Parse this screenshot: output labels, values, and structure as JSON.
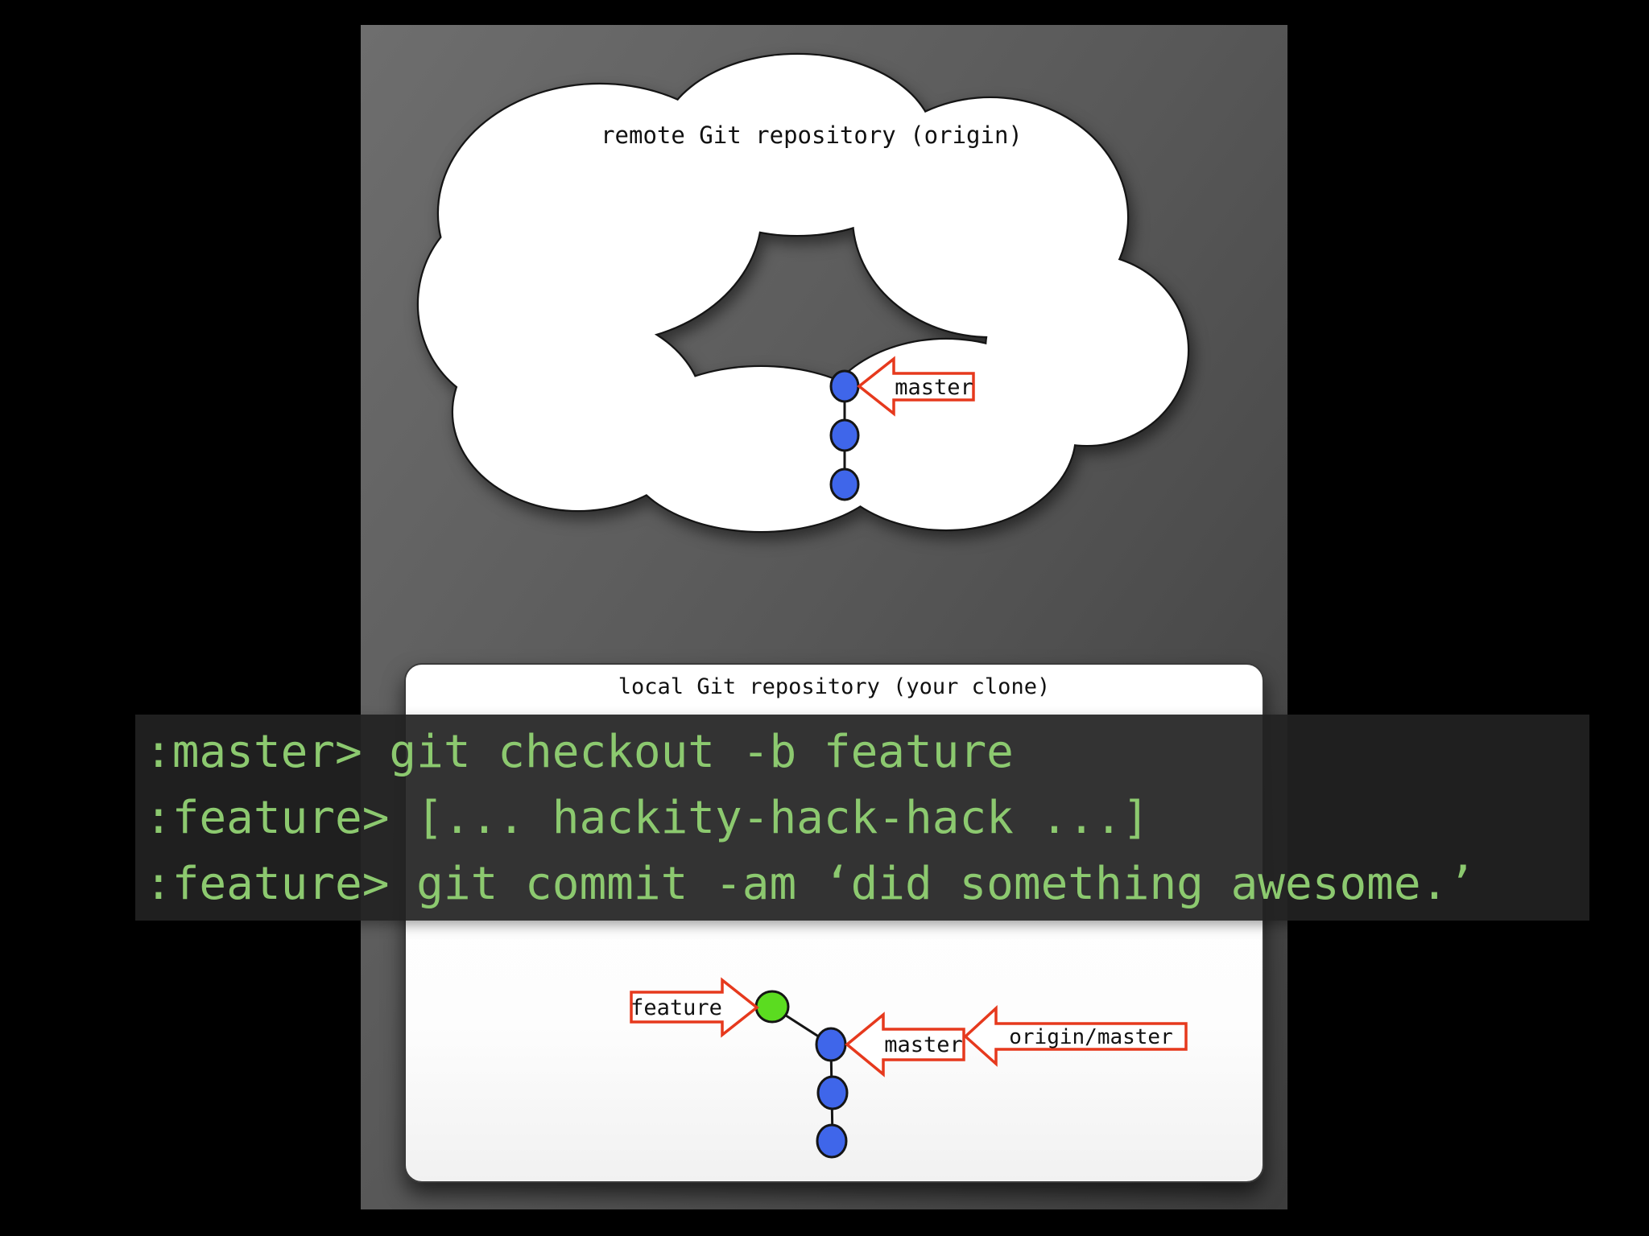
{
  "slide": {
    "remote_repo": {
      "title": "remote Git repository (origin)",
      "shape": "cloud",
      "commit_count": 3
    },
    "local_repo": {
      "title": "local Git repository (your clone)",
      "shape": "rounded-box",
      "commit_count": 4
    }
  },
  "labels": {
    "remote_master": "master",
    "local_feature": "feature",
    "local_master": "master",
    "local_origin_master": "origin/master"
  },
  "terminal": {
    "lines": [
      ":master> git checkout -b feature",
      ":feature> [... hackity-hack-hack ...]",
      ":feature> git commit -am ‘did something awesome.’"
    ]
  },
  "colors": {
    "commit_blue": "#3f66ea",
    "commit_green": "#5bdc20",
    "arrow_red": "#e6391d",
    "terminal_green": "#8cc96f",
    "outline_black": "#151515",
    "slide_gray_top": "#6e6e6e",
    "slide_gray_bottom": "#3d3d3d"
  }
}
